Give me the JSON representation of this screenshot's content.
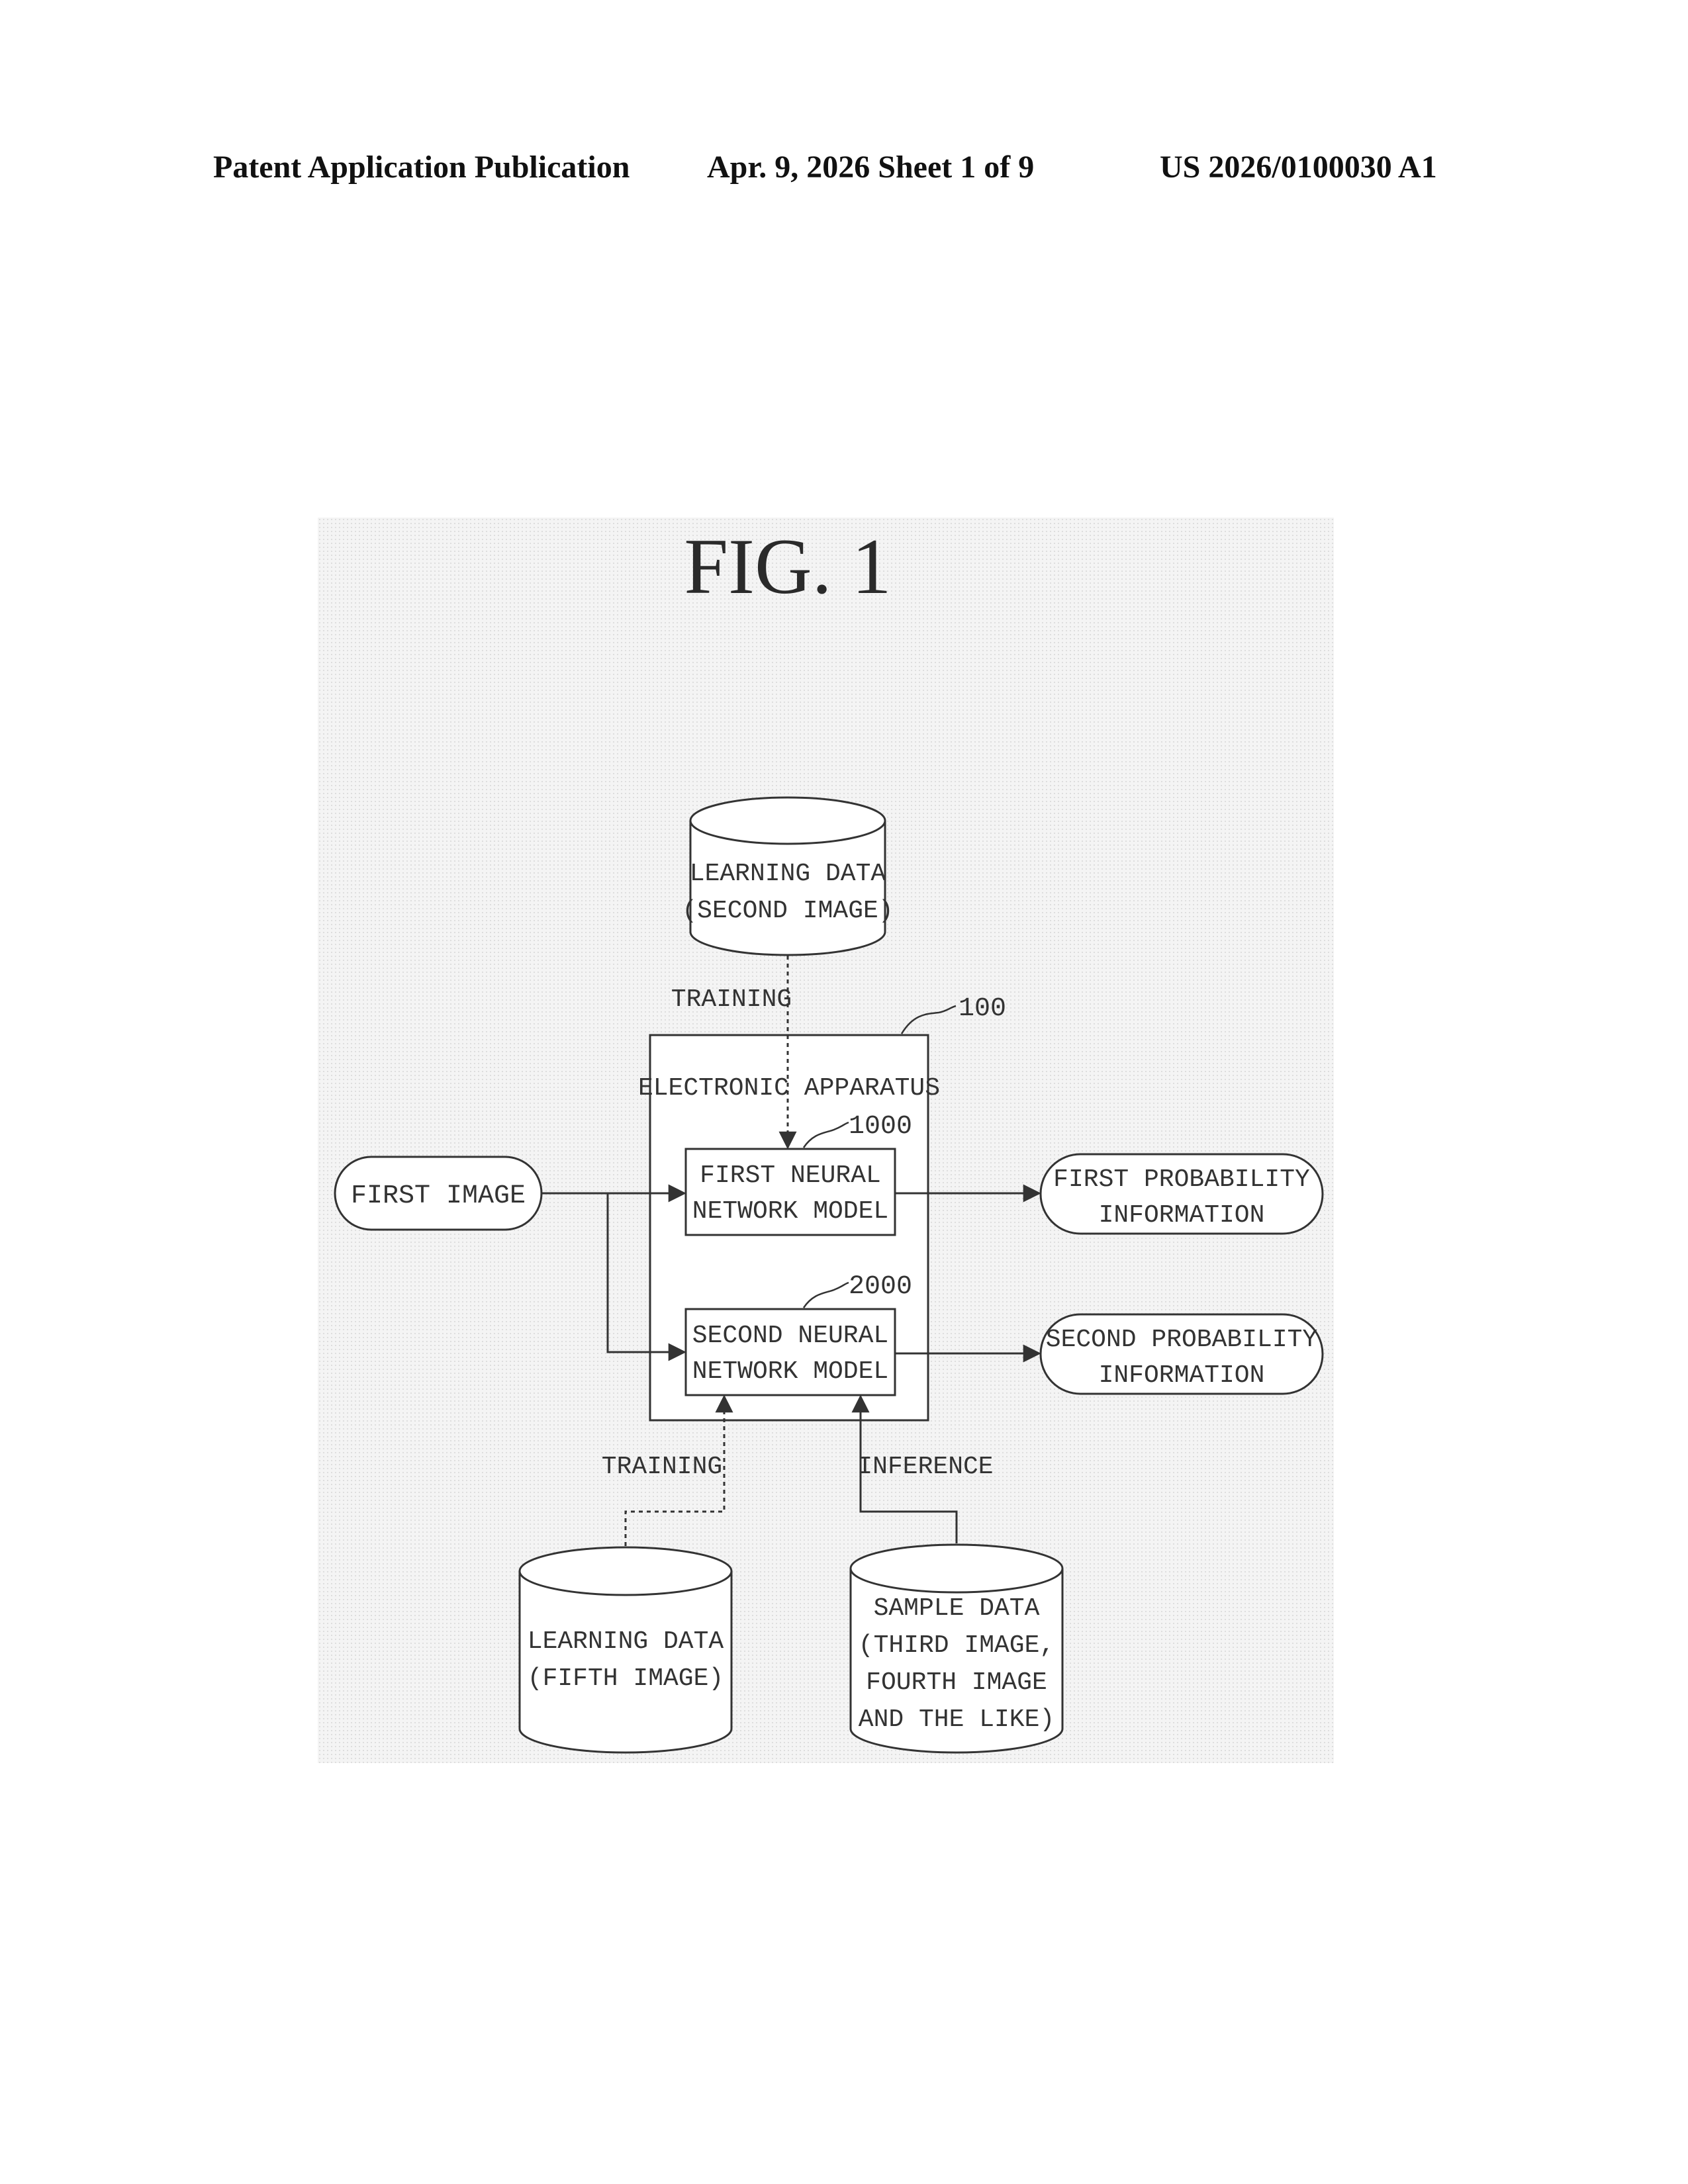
{
  "header": {
    "left": "Patent Application Publication",
    "middle": "Apr. 9, 2026   Sheet 1 of 9",
    "right": "US 2026/0100030 A1"
  },
  "figure": {
    "title": "FIG.  1",
    "databases": {
      "top": [
        "LEARNING DATA",
        "(SECOND IMAGE)"
      ],
      "bottom_left": [
        "LEARNING DATA",
        "(FIFTH IMAGE)"
      ],
      "bottom_right": [
        "SAMPLE DATA",
        "(THIRD IMAGE,",
        "FOURTH IMAGE",
        "AND THE LIKE)"
      ]
    },
    "apparatus": {
      "label": "ELECTRONIC APPARATUS",
      "ref": "100"
    },
    "first_model": {
      "lines": [
        "FIRST NEURAL",
        "NETWORK MODEL"
      ],
      "ref": "1000"
    },
    "second_model": {
      "lines": [
        "SECOND NEURAL",
        "NETWORK MODEL"
      ],
      "ref": "2000"
    },
    "input": "FIRST IMAGE",
    "outputs": {
      "first": [
        "FIRST PROBABILITY",
        "INFORMATION"
      ],
      "second": [
        "SECOND PROBABILITY",
        "INFORMATION"
      ]
    },
    "edge_labels": {
      "top_training": "TRAINING",
      "bottom_training": "TRAINING",
      "inference": "INFERENCE"
    }
  }
}
